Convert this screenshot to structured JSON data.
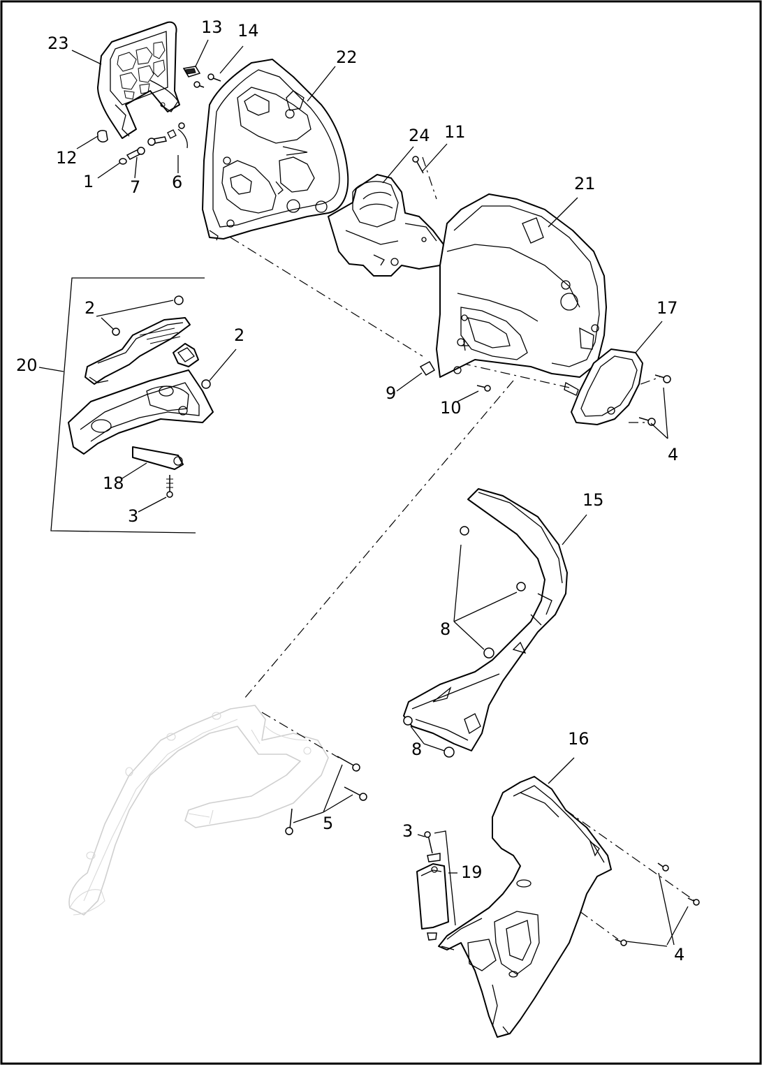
{
  "diagram": {
    "callouts": [
      {
        "id": "c23",
        "label": "23"
      },
      {
        "id": "c13",
        "label": "13"
      },
      {
        "id": "c14",
        "label": "14"
      },
      {
        "id": "c22",
        "label": "22"
      },
      {
        "id": "c12",
        "label": "12"
      },
      {
        "id": "c1",
        "label": "1"
      },
      {
        "id": "c7",
        "label": "7"
      },
      {
        "id": "c6",
        "label": "6"
      },
      {
        "id": "c24",
        "label": "24"
      },
      {
        "id": "c11",
        "label": "11"
      },
      {
        "id": "c21",
        "label": "21"
      },
      {
        "id": "c2a",
        "label": "2"
      },
      {
        "id": "c2b",
        "label": "2"
      },
      {
        "id": "c20",
        "label": "20"
      },
      {
        "id": "c17",
        "label": "17"
      },
      {
        "id": "c9",
        "label": "9"
      },
      {
        "id": "c10",
        "label": "10"
      },
      {
        "id": "c4a",
        "label": "4"
      },
      {
        "id": "c18",
        "label": "18"
      },
      {
        "id": "c3a",
        "label": "3"
      },
      {
        "id": "c15",
        "label": "15"
      },
      {
        "id": "c8a",
        "label": "8"
      },
      {
        "id": "c8b",
        "label": "8"
      },
      {
        "id": "c16",
        "label": "16"
      },
      {
        "id": "c5",
        "label": "5"
      },
      {
        "id": "c3b",
        "label": "3"
      },
      {
        "id": "c19",
        "label": "19"
      },
      {
        "id": "c4b",
        "label": "4"
      }
    ]
  }
}
